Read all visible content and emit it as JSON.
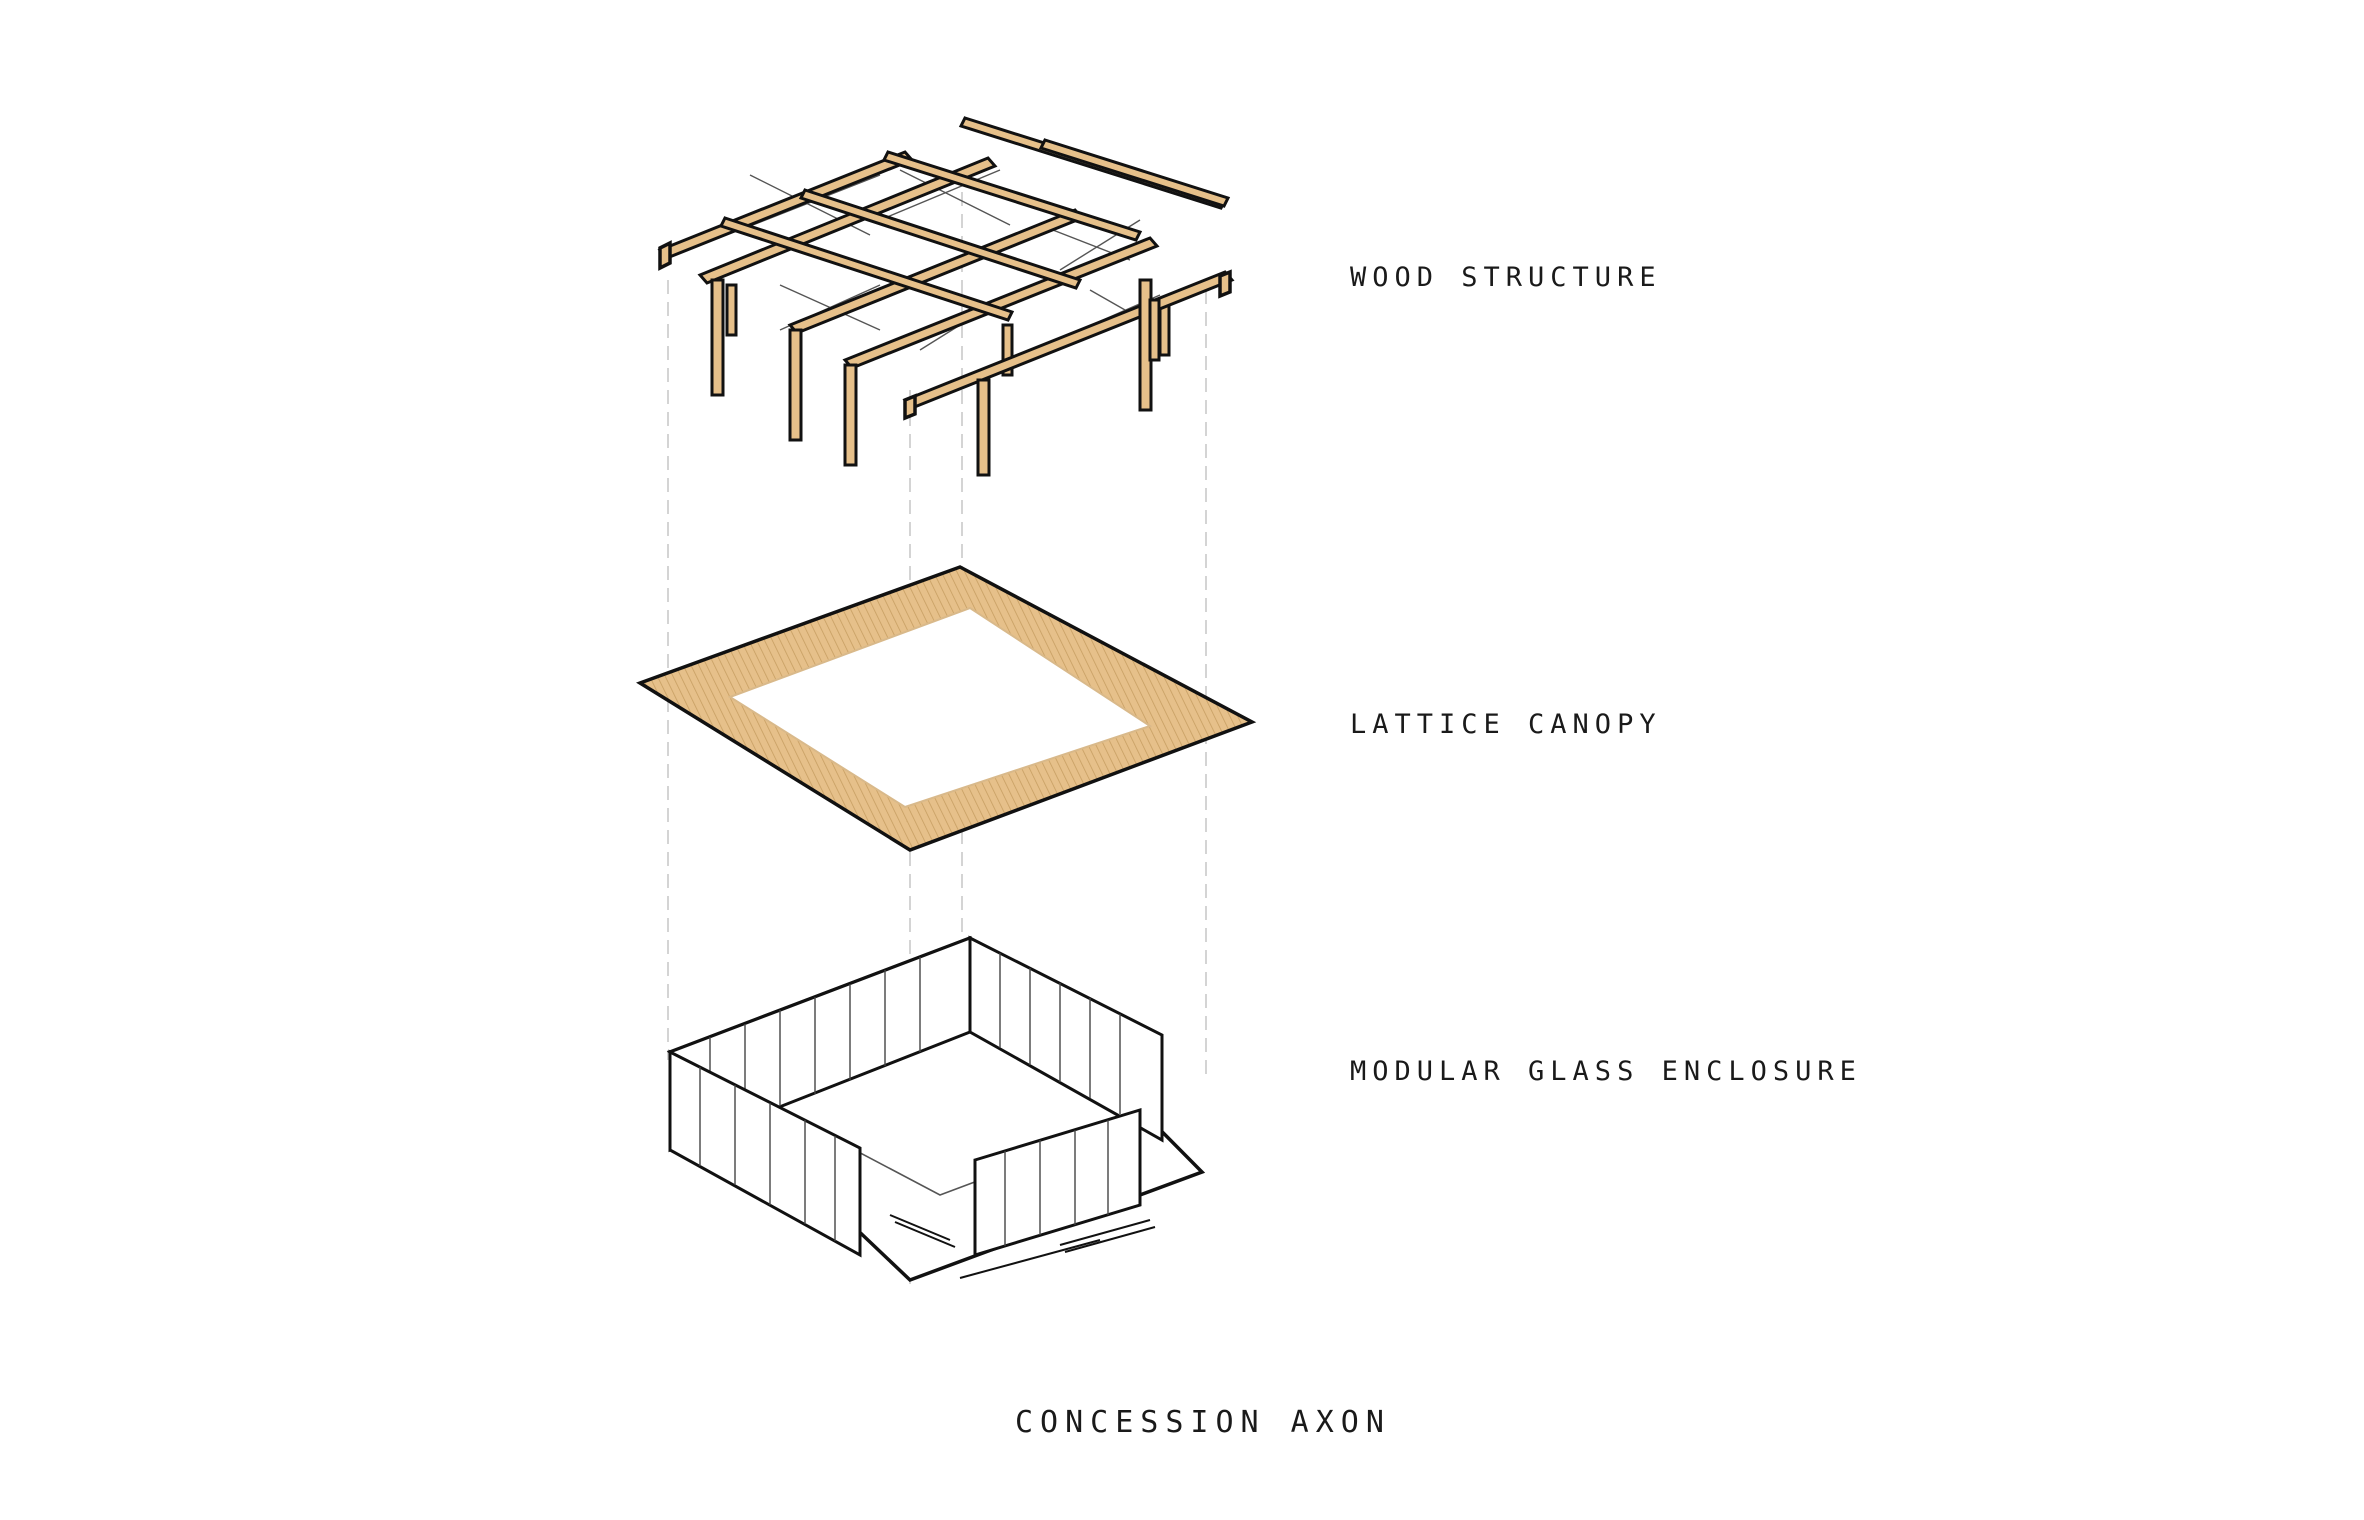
{
  "title": "CONCESSION AXON",
  "layers": [
    {
      "label": "WOOD STRUCTURE"
    },
    {
      "label": "LATTICE CANOPY"
    },
    {
      "label": "MODULAR GLASS ENCLOSURE"
    }
  ],
  "colors": {
    "wood": "#e6c08a",
    "wood_stripe": "#c79e62",
    "outline": "#111111",
    "guide_line": "#cfcfcf",
    "glass_panel": "#ffffff"
  }
}
